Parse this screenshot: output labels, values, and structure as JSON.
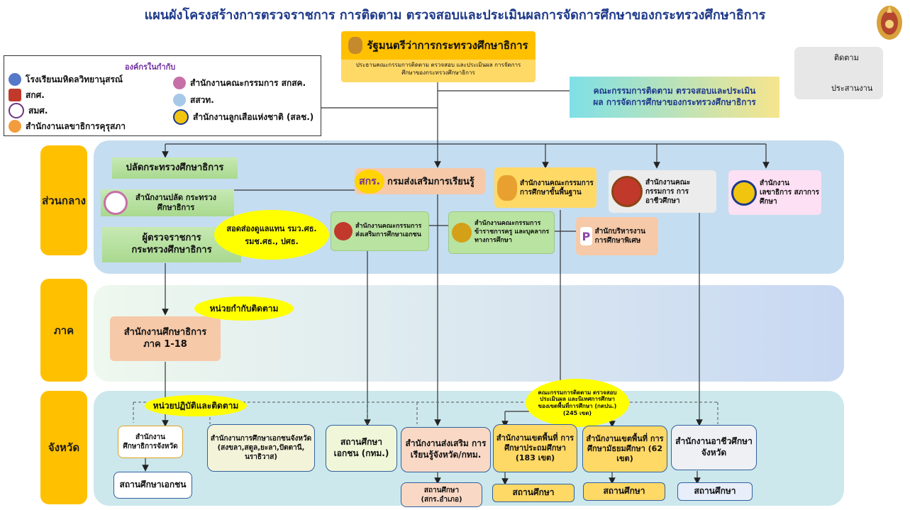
{
  "title": "แผนผังโครงสร้างการตรวจราชการ การติดตาม ตรวจสอบและประเมินผลการจัดการศึกษาของกระทรวงศึกษาธิการ",
  "minister": {
    "title": "รัฐมนตรีว่าการกระทรวงศึกษาธิการ",
    "subtitle": "ประธานคณะกรรมการติดตาม ตรวจสอบ และประเมินผล การจัดการศึกษาของกระทรวงศึกษาธิการ"
  },
  "affiliated": {
    "heading": "องค์กรในกำกับ",
    "left_items": [
      "โรงเรียนมหิดลวิทยานุสรณ์",
      "สกศ.",
      "สมศ.",
      "สำนักงานเลขาธิการคุรุสภา"
    ],
    "right_items": [
      "สำนักงานคณะกรรมการ สกสค.",
      "สสวท.",
      "สำนักงานลูกเสือแห่งชาติ (สลช.)"
    ]
  },
  "legend": {
    "follow": "ติดตาม",
    "coordinate": "ประสานงาน"
  },
  "committee": "คณะกรรมการติดตาม ตรวจสอบและประเมินผล การจัดการศึกษาของกระทรวงศึกษาธิการ",
  "levels": {
    "central": "ส่วนกลาง",
    "region": "ภาค",
    "province": "จังหวัด"
  },
  "central": {
    "permsec": "ปลัดกระทรวงศึกษาธิการ",
    "opsec": "สำนักงานปลัด กระทรวงศึกษาธิการ",
    "inspector": "ผู้ตรวจราชการ กระทรวงศึกษาธิการ",
    "inspector_bubble": "สอดส่องดูแลแทน รมว.ศธ. รมช.ศธ., ปศธ.",
    "oaeb_logo": "สกร.",
    "oaeb": "กรมส่งเสริมการเรียนรู้",
    "opec": "สำนักงานคณะกรรมการ ส่งเสริมการศึกษาเอกชน",
    "obec": "สำนักงานคณะกรรมการ การศึกษาขั้นพื้นฐาน",
    "otepc": "สำนักงานคณะกรรมการ ข้าราชการครู และบุคลากรทางการศึกษา",
    "special": "สำนักบริหารงาน การศึกษาพิเศษ",
    "ovec": "สำนักงานคณะกรรมการ การอาชีวศึกษา",
    "council": "สำนักงานเลขาธิการ สภาการศึกษา"
  },
  "region": {
    "office": "สำนักงานศึกษาธิการภาค 1-18",
    "bubble": "หน่วยกำกับติดตาม"
  },
  "province": {
    "bubble": "หน่วยปฏิบัติและติดตาม",
    "peo": "สำนักงาน ศึกษาธิการจังหวัด",
    "private_school": "สถานศึกษาเอกชน",
    "south_private": "สำนักงานการศึกษาเอกชนจังหวัด (สงขลา,สตูล,ยะลา,ปัตตานี, นราธิวาส)",
    "private_bkk": "สถานศึกษา เอกชน (กทม.)",
    "learning_prov": "สำนักงานส่งเสริม การเรียนรู้จังหวัด/กทม.",
    "learning_school": "สถานศึกษา (สกร.อำเภอ)",
    "committee_bubble": "คณะกรรมการติดตาม ตรวจสอบ ประเมินผล และนิเทศการศึกษา ของเขตพื้นที่การศึกษา (กตปน.) (245 เขต)",
    "primary": "สำนักงานเขตพื้นที่ การศึกษาประถมศึกษา (183 เขต)",
    "secondary": "สำนักงานเขตพื้นที่ การศึกษามัธยมศึกษา (62 เขต)",
    "voc_prov": "สำนักงานอาชีวศึกษา จังหวัด",
    "school": "สถานศึกษา"
  }
}
